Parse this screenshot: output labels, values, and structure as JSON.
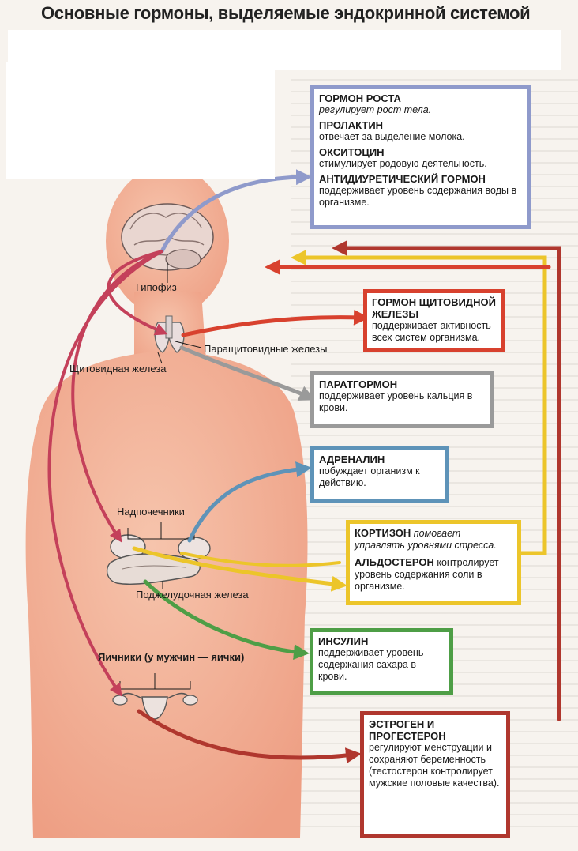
{
  "title": "Основные гормоны, выделяемые эндокринной системой",
  "colors": {
    "pituitary": "#8f9acb",
    "thyroid": "#d8412e",
    "parathyroid": "#9a9a9a",
    "adrenaline": "#5e93b8",
    "cortisone": "#ecc52a",
    "insulin": "#4e9e46",
    "estrogen": "#b0372e",
    "body": "#f3b9a0"
  },
  "organ_labels": {
    "pituitary": "Гипофиз",
    "parathyroid": "Паращитовидные железы",
    "thyroid": "Щитовидная железа",
    "adrenal": "Надпочечники",
    "pancreas": "Поджелудочная железа",
    "ovaries": "Яичники (у мужчин — яички)"
  },
  "boxes": {
    "pituitary": {
      "growth_title": "ГОРМОН РОСТА",
      "growth_text": "регулирует рост тела.",
      "prolactin_title": "ПРОЛАКТИН",
      "prolactin_text": "отвечает за выделение молока.",
      "oxytocin_title": "ОКСИТОЦИН",
      "oxytocin_text": "стимулирует родовую деятельность.",
      "adh_title": "АНТИДИУРЕТИЧЕСКИЙ ГОРМОН",
      "adh_text": "поддерживает уровень содержания воды в организме."
    },
    "thyroid": {
      "title": "ГОРМОН ЩИТОВИДНОЙ ЖЕЛЕЗЫ",
      "text": "поддерживает активность всех систем организма."
    },
    "parathyroid": {
      "title": "ПАРАТГОРМОН",
      "text": "поддерживает уровень кальция в крови."
    },
    "adrenaline": {
      "title": "АДРЕНАЛИН",
      "text": "побуждает организм к действию."
    },
    "cortisone": {
      "cortisone_title": "КОРТИЗОН",
      "cortisone_text": "помогает управлять уровнями стресса.",
      "aldosterone_title": "АЛЬДОСТЕРОН",
      "aldosterone_text": "контролирует уровень содержания соли в организме."
    },
    "insulin": {
      "title": "ИНСУЛИН",
      "text": "поддерживает уровень содержания сахара в крови."
    },
    "estrogen": {
      "title": "ЭСТРОГЕН И ПРОГЕСТЕРОН",
      "text": "регулируют менструации и сохраняют беременность (тестостерон контролирует мужские половые качества)."
    }
  }
}
